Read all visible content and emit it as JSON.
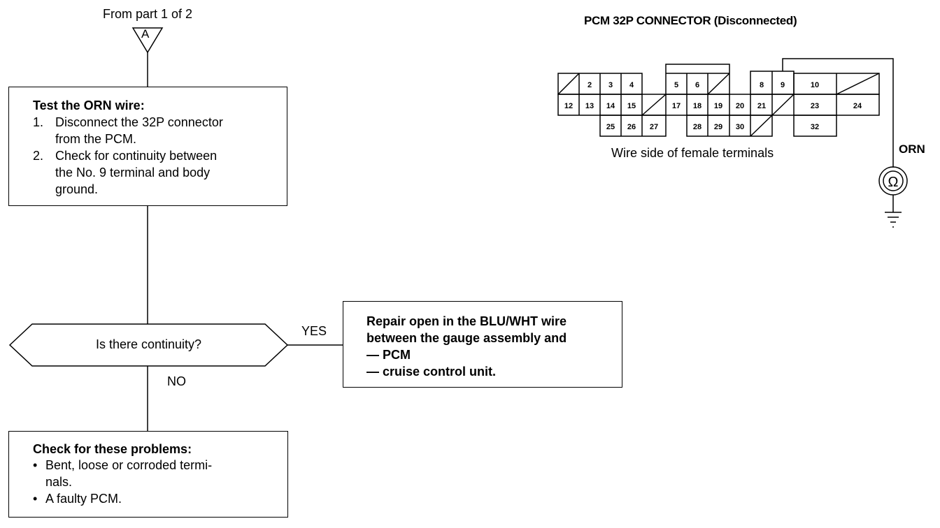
{
  "from_label": "From part 1 of 2",
  "connector_marker": "A",
  "test_box": {
    "title": "Test the ORN wire:",
    "steps": [
      {
        "num": "1.",
        "text_lines": [
          "Disconnect the 32P connector",
          "from the PCM."
        ]
      },
      {
        "num": "2.",
        "text_lines": [
          "Check for continuity between",
          "the No. 9 terminal and body",
          "ground."
        ]
      }
    ]
  },
  "decision": {
    "question": "Is there continuity?",
    "yes_label": "YES",
    "no_label": "NO"
  },
  "repair_box": {
    "lines": [
      "Repair open in the BLU/WHT wire",
      "between the gauge assembly and",
      "— PCM",
      "— cruise control unit."
    ]
  },
  "problems_box": {
    "title": "Check for these problems:",
    "items": [
      {
        "bullet": "•",
        "text_lines": [
          "Bent, loose or corroded termi-",
          "nals."
        ]
      },
      {
        "bullet": "•",
        "text_lines": [
          "A faulty PCM."
        ]
      }
    ]
  },
  "connector": {
    "title": "PCM 32P CONNECTOR (Disconnected)",
    "caption": "Wire side of female terminals",
    "wire_label": "ORN",
    "meter_symbol": "Ω",
    "pins": {
      "p2": "2",
      "p3": "3",
      "p4": "4",
      "p5": "5",
      "p6": "6",
      "p8": "8",
      "p9": "9",
      "p10": "10",
      "p12": "12",
      "p13": "13",
      "p14": "14",
      "p15": "15",
      "p17": "17",
      "p18": "18",
      "p19": "19",
      "p20": "20",
      "p21": "21",
      "p23": "23",
      "p24": "24",
      "p25": "25",
      "p26": "26",
      "p27": "27",
      "p28": "28",
      "p29": "29",
      "p30": "30",
      "p32": "32"
    }
  }
}
